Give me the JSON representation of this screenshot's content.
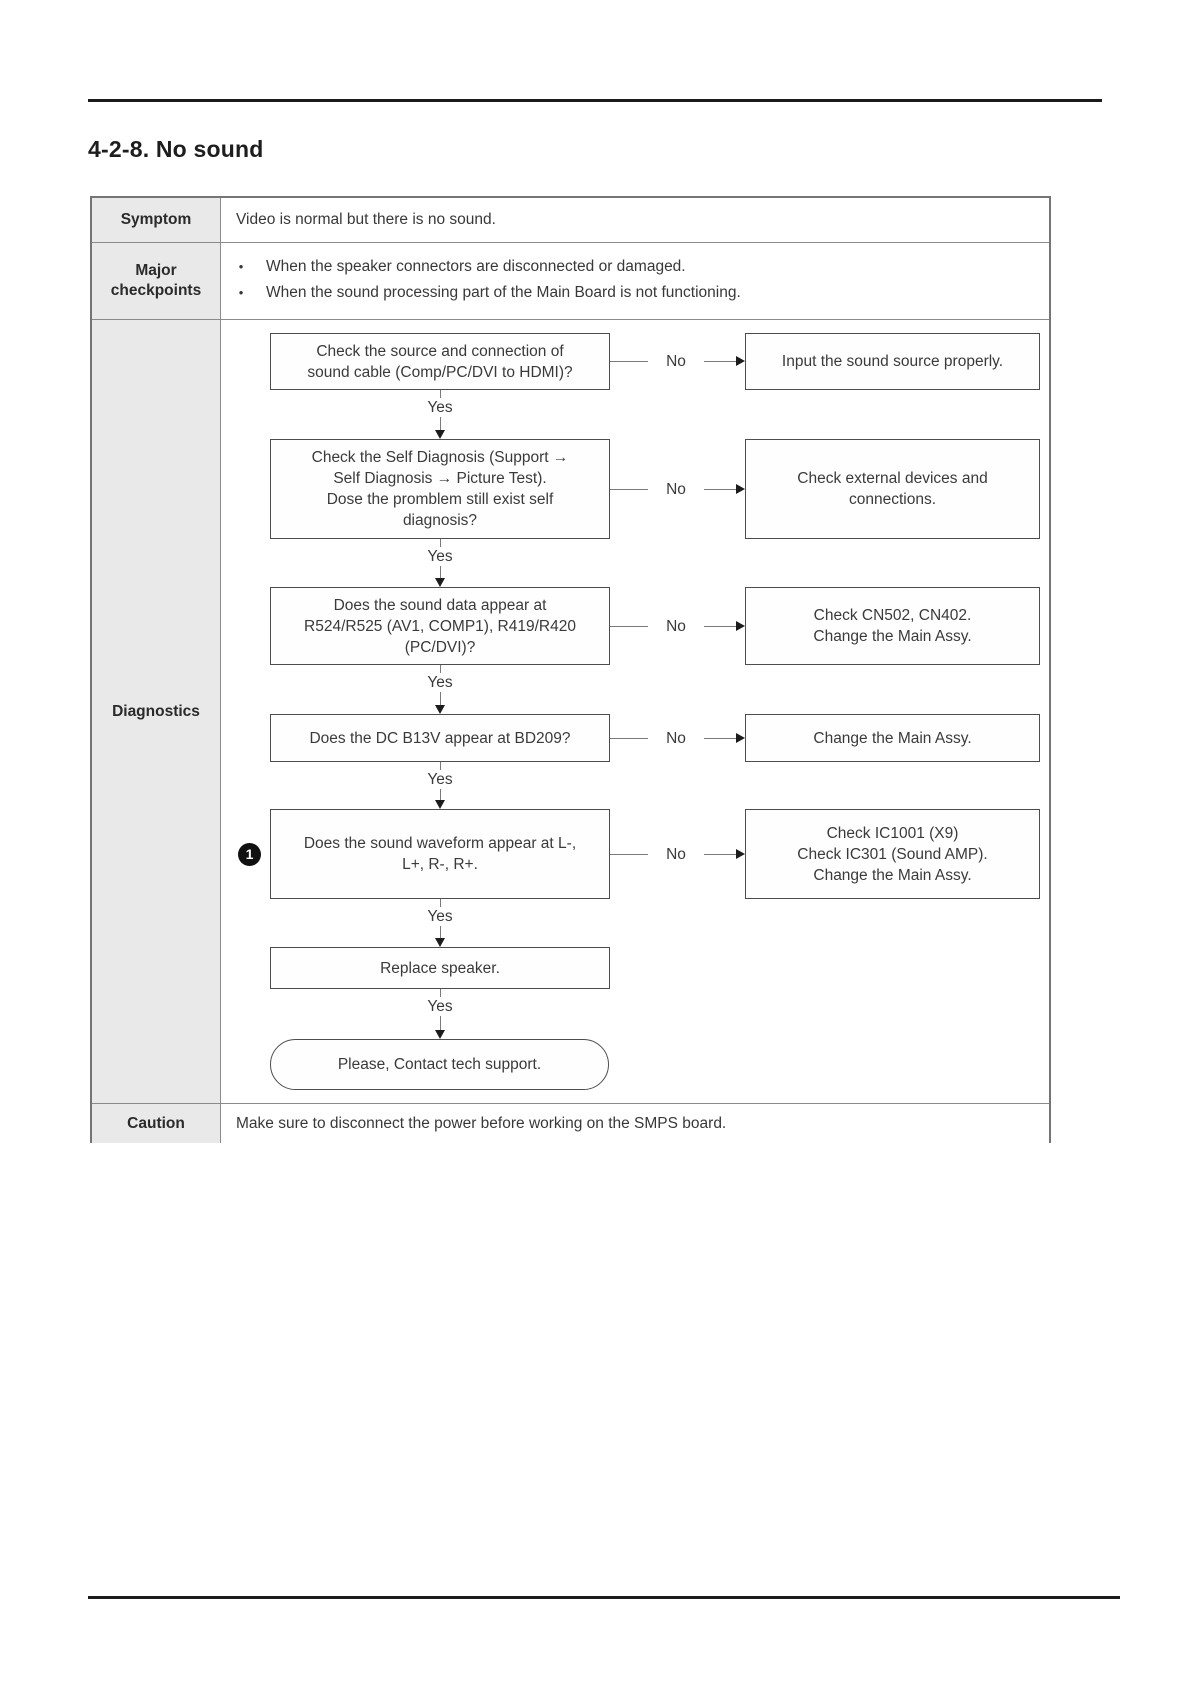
{
  "page": {
    "title": "4-2-8. No sound"
  },
  "table": {
    "symptom": {
      "label": "Symptom",
      "value": "Video is normal but there is no sound."
    },
    "major_checkpoints": {
      "label": "Major checkpoints",
      "bullet": "•",
      "items": [
        "When the speaker connectors are disconnected or damaged.",
        "When the sound processing part of the Main Board is not functioning."
      ]
    },
    "diagnostics": {
      "label": "Diagnostics"
    },
    "caution": {
      "label": "Caution",
      "value": "Make sure to disconnect the power before working on the SMPS board."
    }
  },
  "flowchart": {
    "yes_label": "Yes",
    "no_label": "No",
    "marker": "1",
    "steps": [
      {
        "question": "Check the source and connection of\nsound cable (Comp/PC/DVI to HDMI)?",
        "no_result": "Input the sound source properly."
      },
      {
        "question": "Check the Self Diagnosis (Support →\nSelf Diagnosis → Picture Test).\nDose the promblem still exist self\ndiagnosis?",
        "no_result": "Check external devices and\nconnections."
      },
      {
        "question": "Does the sound data appear at\nR524/R525 (AV1, COMP1), R419/R420\n(PC/DVI)?",
        "no_result": "Check CN502, CN402.\nChange the Main Assy."
      },
      {
        "question": "Does the DC B13V appear at BD209?",
        "no_result": "Change the Main Assy."
      },
      {
        "question": "Does the sound waveform appear at L-,\nL+, R-, R+.",
        "no_result": "Check IC1001 (X9)\nCheck IC301 (Sound AMP).\nChange the Main Assy."
      }
    ],
    "replace_step": "Replace speaker.",
    "final_step": "Please, Contact tech support."
  }
}
